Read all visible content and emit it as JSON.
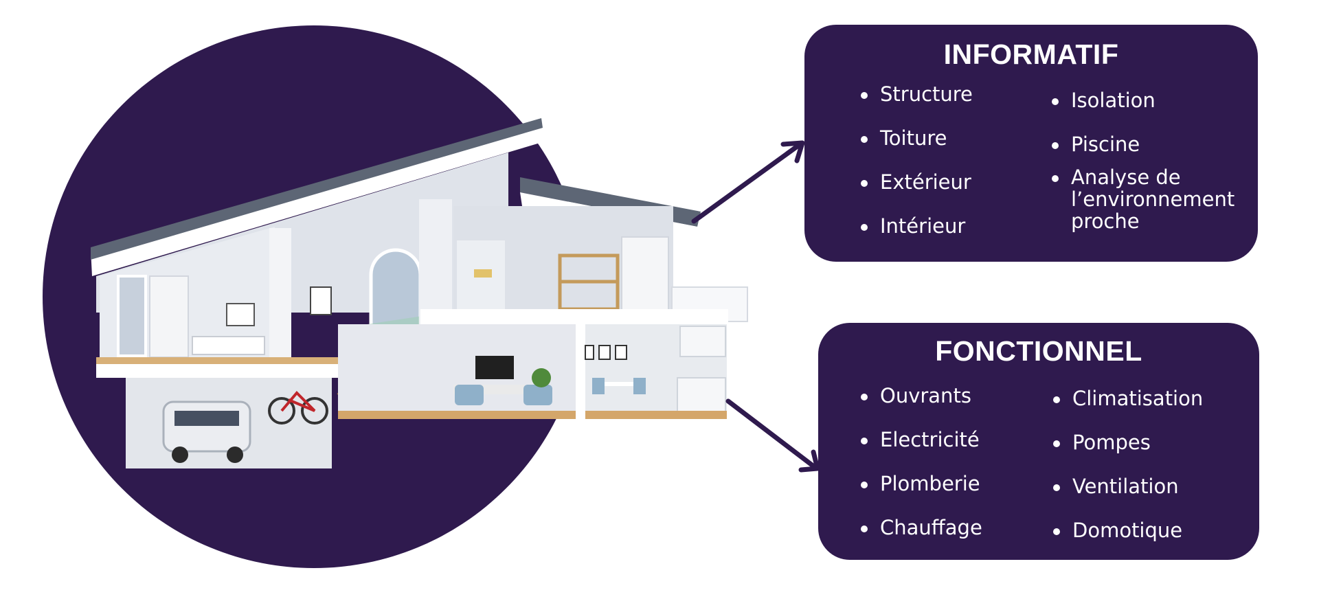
{
  "colors": {
    "panel": "#2f1a4e",
    "text": "#ffffff",
    "background": "#ffffff"
  },
  "informatif": {
    "title": "INFORMATIF",
    "left_items": [
      "Structure",
      "Toiture",
      "Extérieur",
      "Intérieur"
    ],
    "right_items": [
      "Isolation",
      "Piscine",
      "Analyse de l’environnement proche"
    ]
  },
  "fonctionnel": {
    "title": "FONCTIONNEL",
    "left_items": [
      "Ouvrants",
      "Electricité",
      "Plomberie",
      "Chauffage"
    ],
    "right_items": [
      "Climatisation",
      "Pompes",
      "Ventilation",
      "Domotique"
    ]
  }
}
